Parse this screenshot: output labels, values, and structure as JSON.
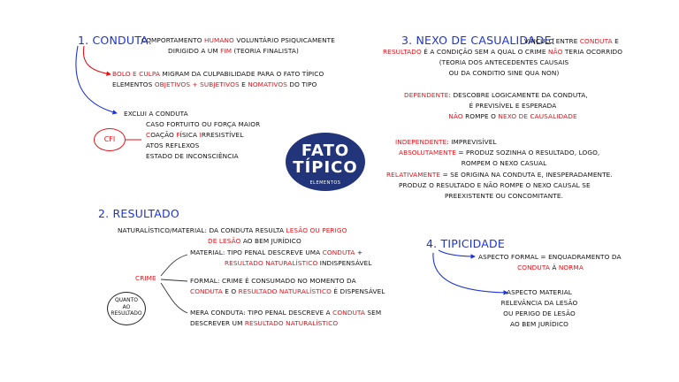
{
  "center": {
    "title_line1": "FATO",
    "title_line2": "TÍPICO",
    "subtitle": "ELEMENTOS"
  },
  "conduta": {
    "heading_num": "1. CONDUTA",
    "heading_colon": ":",
    "l1_pre": "COMPORTAMENTO ",
    "l1_red": "HUMANO",
    "l1_post": " VOLUNTÁRIO PSIQUICAMENTE",
    "l2_pre": "DIRIGIDO A UM ",
    "l2_red": "FIM",
    "l2_post": " (TEORIA FINALISTA)",
    "l3_red": "BOLO E CULPA",
    "l3_post": " MIGRAM DA CULPABILIDADE PARA O FATO TÍPICO",
    "l4_pre": "ELEMENTOS ",
    "l4_red1": "OBJETIVOS + SUBJETIVOS",
    "l4_mid": " E ",
    "l4_red2": "NOMATIVOS",
    "l4_post": " DO TIPO",
    "exclui": "EXCLUI A CONDUTA",
    "cfi": "CFI",
    "e1": "CASO FORTUITO OU FORÇA MAIOR",
    "e2_r1": "C",
    "e2_t1": "OAÇÃO ",
    "e2_r2": "F",
    "e2_t2": "ÍSICA ",
    "e2_r3": "I",
    "e2_t3": "RRESISTÍVEL",
    "e3": "ATOS REFLEXOS",
    "e4": "ESTADO DE INCONSCIÊNCIA"
  },
  "resultado": {
    "heading": "2. RESULTADO",
    "n1_pre": "NATURALÍSTICO/MATERIAL: DA CONDUTA RESULTA ",
    "n1_red": "LESÃO OU PERIGO",
    "n2_red": "DE LESÃO",
    "n2_post": " AO BEM JURÍDICO",
    "crime": "CRIME",
    "m1_pre": "MATERIAL: TIPO PENAL DESCREVE UMA ",
    "m1_red": "CONDUTA",
    "m1_post": " +",
    "m2_red": "RESULTADO NATURALÍSTICO",
    "m2_post": " INDISPENSÁVEL",
    "f1": "FORMAL: CRIME É CONSUMADO NO MOMENTO DA",
    "f2_red1": "CONDUTA",
    "f2_mid": " E O ",
    "f2_red2": "RESULTADO NATURALÍSTICO",
    "f2_post": " É DISPENSÁVEL",
    "mc1_pre": "MERA CONDUTA: TIPO PENAL DESCREVE A ",
    "mc1_red": "CONDUTA",
    "mc1_post": " SEM",
    "mc2_pre": "DESCREVER UM ",
    "mc2_red": "RESULTADO NATURALÍSTICO",
    "quanto1": "QUANTO",
    "quanto2": "AO",
    "quanto3": "RESULTADO"
  },
  "nexo": {
    "heading_num": "3. NEXO DE CASUALIDADE",
    "heading_colon": ":",
    "l1_pre": "VÍNCULO ENTRE ",
    "l1_red": "CONDUTA",
    "l1_post": " E",
    "l2_red1": "RESULTADO",
    "l2_mid": " É A CONDIÇÃO SEM A QUAL O CRIME ",
    "l2_red2": "NÃO",
    "l2_post": " TERIA OCORRIDO",
    "l3": "(TEORIA DOS ANTECEDENTES CAUSAIS",
    "l4": "OU DA CONDITIO SINE QUA NON)",
    "d1_red": "DEPENDENTE",
    "d1_post": ": DESCOBRE LOGICAMENTE DA CONDUTA,",
    "d2": "É PREVISÍVEL E ESPERADA",
    "d3_red1": "NÃO",
    "d3_mid": " ROMPE O ",
    "d3_red2": "NEXO DE CAUSALIDADE",
    "i1_red": "INDEPENDENTE",
    "i1_post": ": IMPREVISÍVEL",
    "i2_red": "ABSOLUTAMENTE",
    "i2_post": " = PRODUZ SOZINHA O RESULTADO, LOGO,",
    "i3": "ROMPEM O NEXO CASUAL",
    "i4_red": "RELATIVAMENTE",
    "i4_post": " = SE ORIGINA NA CONDUTA E, INESPERADAMENTE.",
    "i5": "PRODUZ O RESULTADO E NÃO ROMPE O NEXO CAUSAL SE",
    "i6": "PREEXISTENTE OU CONCOMITANTE."
  },
  "tipicidade": {
    "heading": "4. TIPICIDADE",
    "f1": "ASPECTO FORMAL = ENQUADRAMENTO  DA",
    "f2_red1": "CONDUTA",
    "f2_mid": " À ",
    "f2_red2": "NORMA",
    "m1": "ASPECTO MATERIAL",
    "m2": "RELEVÂNCIA DA LESÃO",
    "m3": "OU PERIGO DE LESÃO",
    "m4": "AO BEM JURÍDICO"
  },
  "colors": {
    "red": "#e5121a",
    "blue": "#1e34d0",
    "badge": "#22357a"
  }
}
